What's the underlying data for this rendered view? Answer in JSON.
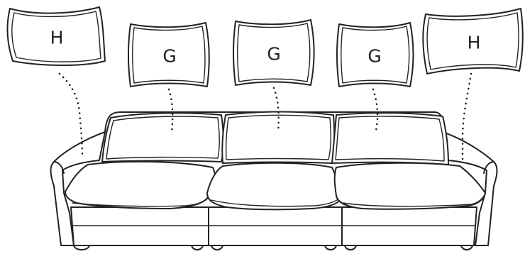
{
  "pillows": [
    {
      "id": "left-throw",
      "label": "H"
    },
    {
      "id": "back-left",
      "label": "G"
    },
    {
      "id": "back-middle",
      "label": "G"
    },
    {
      "id": "back-right",
      "label": "G"
    },
    {
      "id": "right-throw",
      "label": "H"
    }
  ]
}
